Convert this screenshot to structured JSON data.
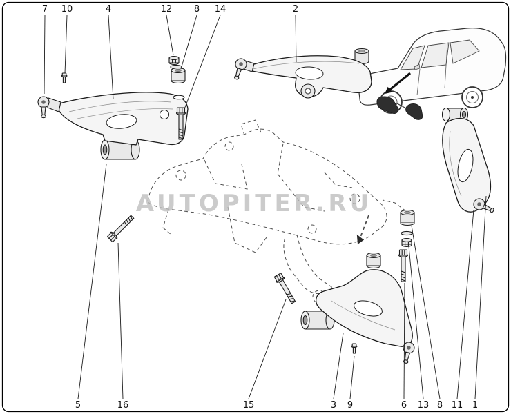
{
  "watermark": "AUTOPITER.RU",
  "callouts": {
    "top": [
      "7",
      "10",
      "4",
      "12",
      "8",
      "14",
      "2"
    ],
    "bottom": [
      "5",
      "16",
      "15",
      "3",
      "9",
      "6",
      "13",
      "8",
      "11",
      "1"
    ]
  }
}
